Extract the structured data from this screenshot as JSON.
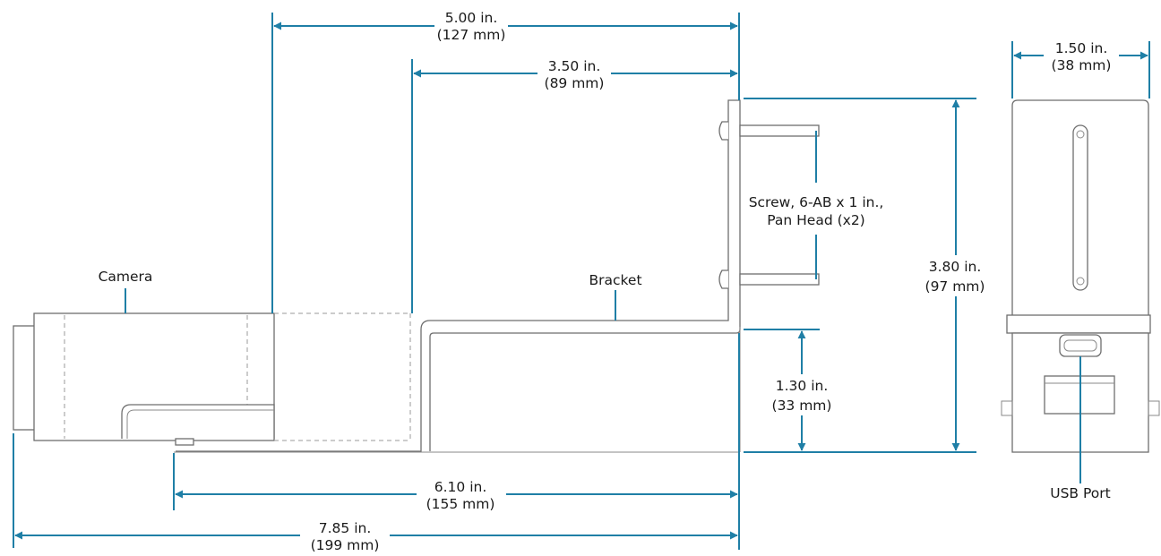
{
  "labels": {
    "camera": "Camera",
    "bracket": "Bracket",
    "screw_line1": "Screw, 6-AB x 1 in.,",
    "screw_line2": "Pan Head (x2)",
    "usb_port": "USB Port"
  },
  "dimensions": {
    "d500": {
      "imperial": "5.00 in.",
      "metric": "(127 mm)"
    },
    "d350": {
      "imperial": "3.50 in.",
      "metric": "(89 mm)"
    },
    "d150": {
      "imperial": "1.50 in.",
      "metric": "(38 mm)"
    },
    "d380": {
      "imperial": "3.80 in.",
      "metric": "(97 mm)"
    },
    "d130": {
      "imperial": "1.30 in.",
      "metric": "(33 mm)"
    },
    "d610": {
      "imperial": "6.10 in.",
      "metric": "(155 mm)"
    },
    "d785": {
      "imperial": "7.85 in.",
      "metric": "(199 mm)"
    }
  },
  "colors": {
    "dimension": "#1f7fa6",
    "outline": "#6e6e6e",
    "text": "#1a1a1a"
  }
}
